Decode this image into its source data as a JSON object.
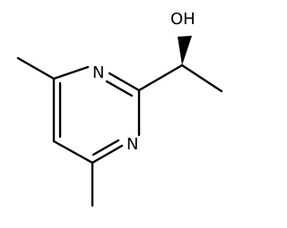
{
  "molecule": {
    "atoms": {
      "n_upper": "N",
      "n_lower": "N",
      "hydroxyl": "OH"
    },
    "colors": {
      "bond": "#000000",
      "label": "#000000",
      "background": "#ffffff"
    }
  }
}
